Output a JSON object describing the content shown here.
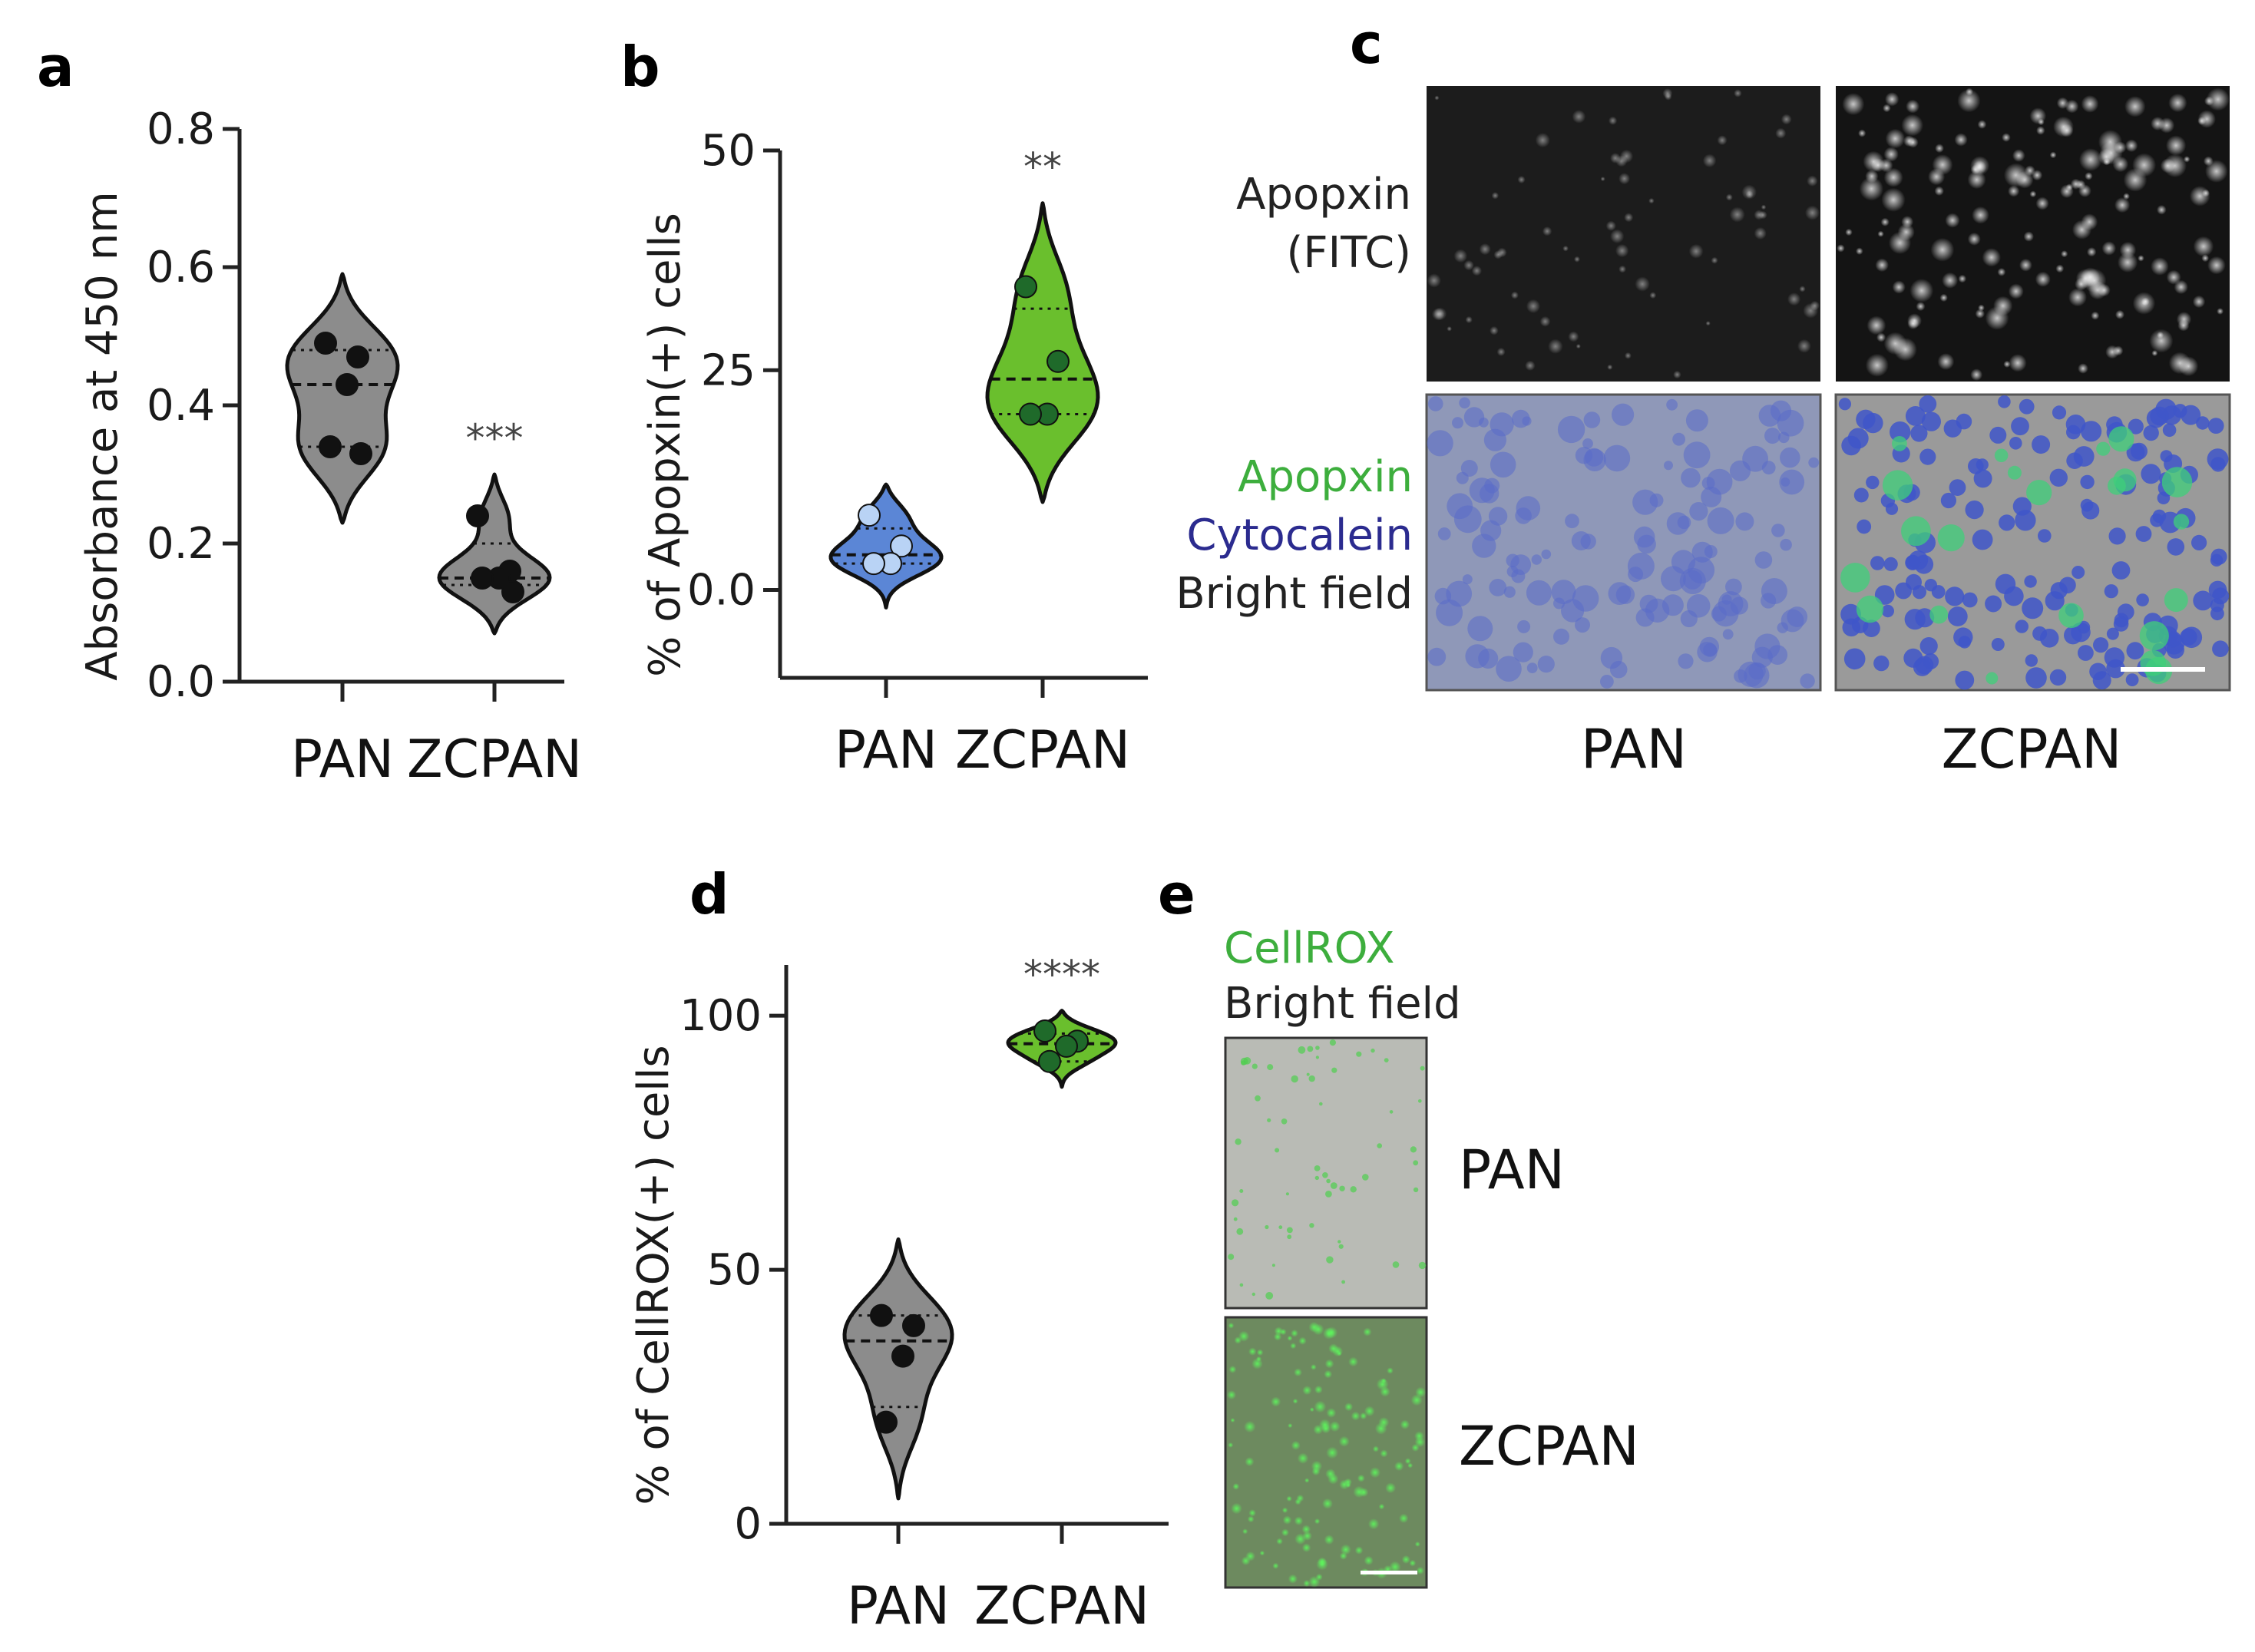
{
  "panel_letters": {
    "a": "a",
    "b": "b",
    "c": "c",
    "d": "d",
    "e": "e"
  },
  "chart_data": [
    {
      "panel": "a",
      "type": "violin",
      "ylabel": "Absorbance at 450 nm",
      "yticks": [
        "0.0",
        "0.2",
        "0.4",
        "0.6",
        "0.8"
      ],
      "ylim": [
        0,
        0.8
      ],
      "categories": [
        "PAN",
        "ZCPAN"
      ],
      "series": [
        {
          "name": "PAN",
          "points": [
            0.49,
            0.47,
            0.43,
            0.34,
            0.33
          ],
          "median": 0.43,
          "q1": 0.34,
          "q3": 0.48,
          "min_tail": 0.23,
          "max_tail": 0.59,
          "color": "#8c8c8c"
        },
        {
          "name": "ZCPAN",
          "points": [
            0.24,
            0.16,
            0.15,
            0.15,
            0.13
          ],
          "median": 0.15,
          "q1": 0.14,
          "q3": 0.2,
          "min_tail": 0.07,
          "max_tail": 0.3,
          "color": "#8c8c8c"
        }
      ],
      "significance": {
        "ZCPAN": "***"
      }
    },
    {
      "panel": "b",
      "type": "violin",
      "ylabel": "% of Apopxin(+) cells",
      "yticks": [
        "0.0",
        "25",
        "50"
      ],
      "ylim": [
        -10,
        50
      ],
      "categories": [
        "PAN",
        "ZCPAN"
      ],
      "series": [
        {
          "name": "PAN",
          "points": [
            8.5,
            5,
            3,
            3
          ],
          "median": 4,
          "q1": 3,
          "q3": 7,
          "min_tail": -2,
          "max_tail": 12,
          "color": "#5b86d6"
        },
        {
          "name": "ZCPAN",
          "points": [
            34.5,
            26,
            20,
            20
          ],
          "median": 24,
          "q1": 20,
          "q3": 32,
          "min_tail": 10,
          "max_tail": 44,
          "color": "#6abf2d"
        }
      ],
      "significance": {
        "ZCPAN": "**"
      }
    },
    {
      "panel": "d",
      "type": "violin",
      "ylabel": "% of CellROX(+) cells",
      "yticks": [
        "0",
        "50",
        "100"
      ],
      "ylim": [
        0,
        110
      ],
      "categories": [
        "PAN",
        "ZCPAN"
      ],
      "series": [
        {
          "name": "PAN",
          "points": [
            41,
            39,
            33,
            20
          ],
          "median": 36,
          "q1": 23,
          "q3": 41,
          "min_tail": 5,
          "max_tail": 56,
          "color": "#8c8c8c"
        },
        {
          "name": "ZCPAN",
          "points": [
            97,
            95,
            94,
            91
          ],
          "median": 94.5,
          "q1": 91,
          "q3": 96.5,
          "min_tail": 86,
          "max_tail": 101,
          "color": "#6abf2d"
        }
      ],
      "significance": {
        "ZCPAN": "****"
      }
    }
  ],
  "panel_c": {
    "row1_label_line1": "Apopxin",
    "row1_label_line2": "(FITC)",
    "row2_label_line1": "Apopxin",
    "row2_label_line2": "Cytocalein",
    "row2_label_line3": "Bright field",
    "col1": "PAN",
    "col2": "ZCPAN",
    "label_colors": {
      "apopxin": "#3dae3d",
      "cytocalein": "#2b2b8f",
      "bright": "#222222"
    }
  },
  "panel_e": {
    "label_line1": "CellROX",
    "label_line2": "Bright field",
    "row1": "PAN",
    "row2": "ZCPAN",
    "label_colors": {
      "cellrox": "#3dae3d",
      "bright": "#222222"
    }
  }
}
